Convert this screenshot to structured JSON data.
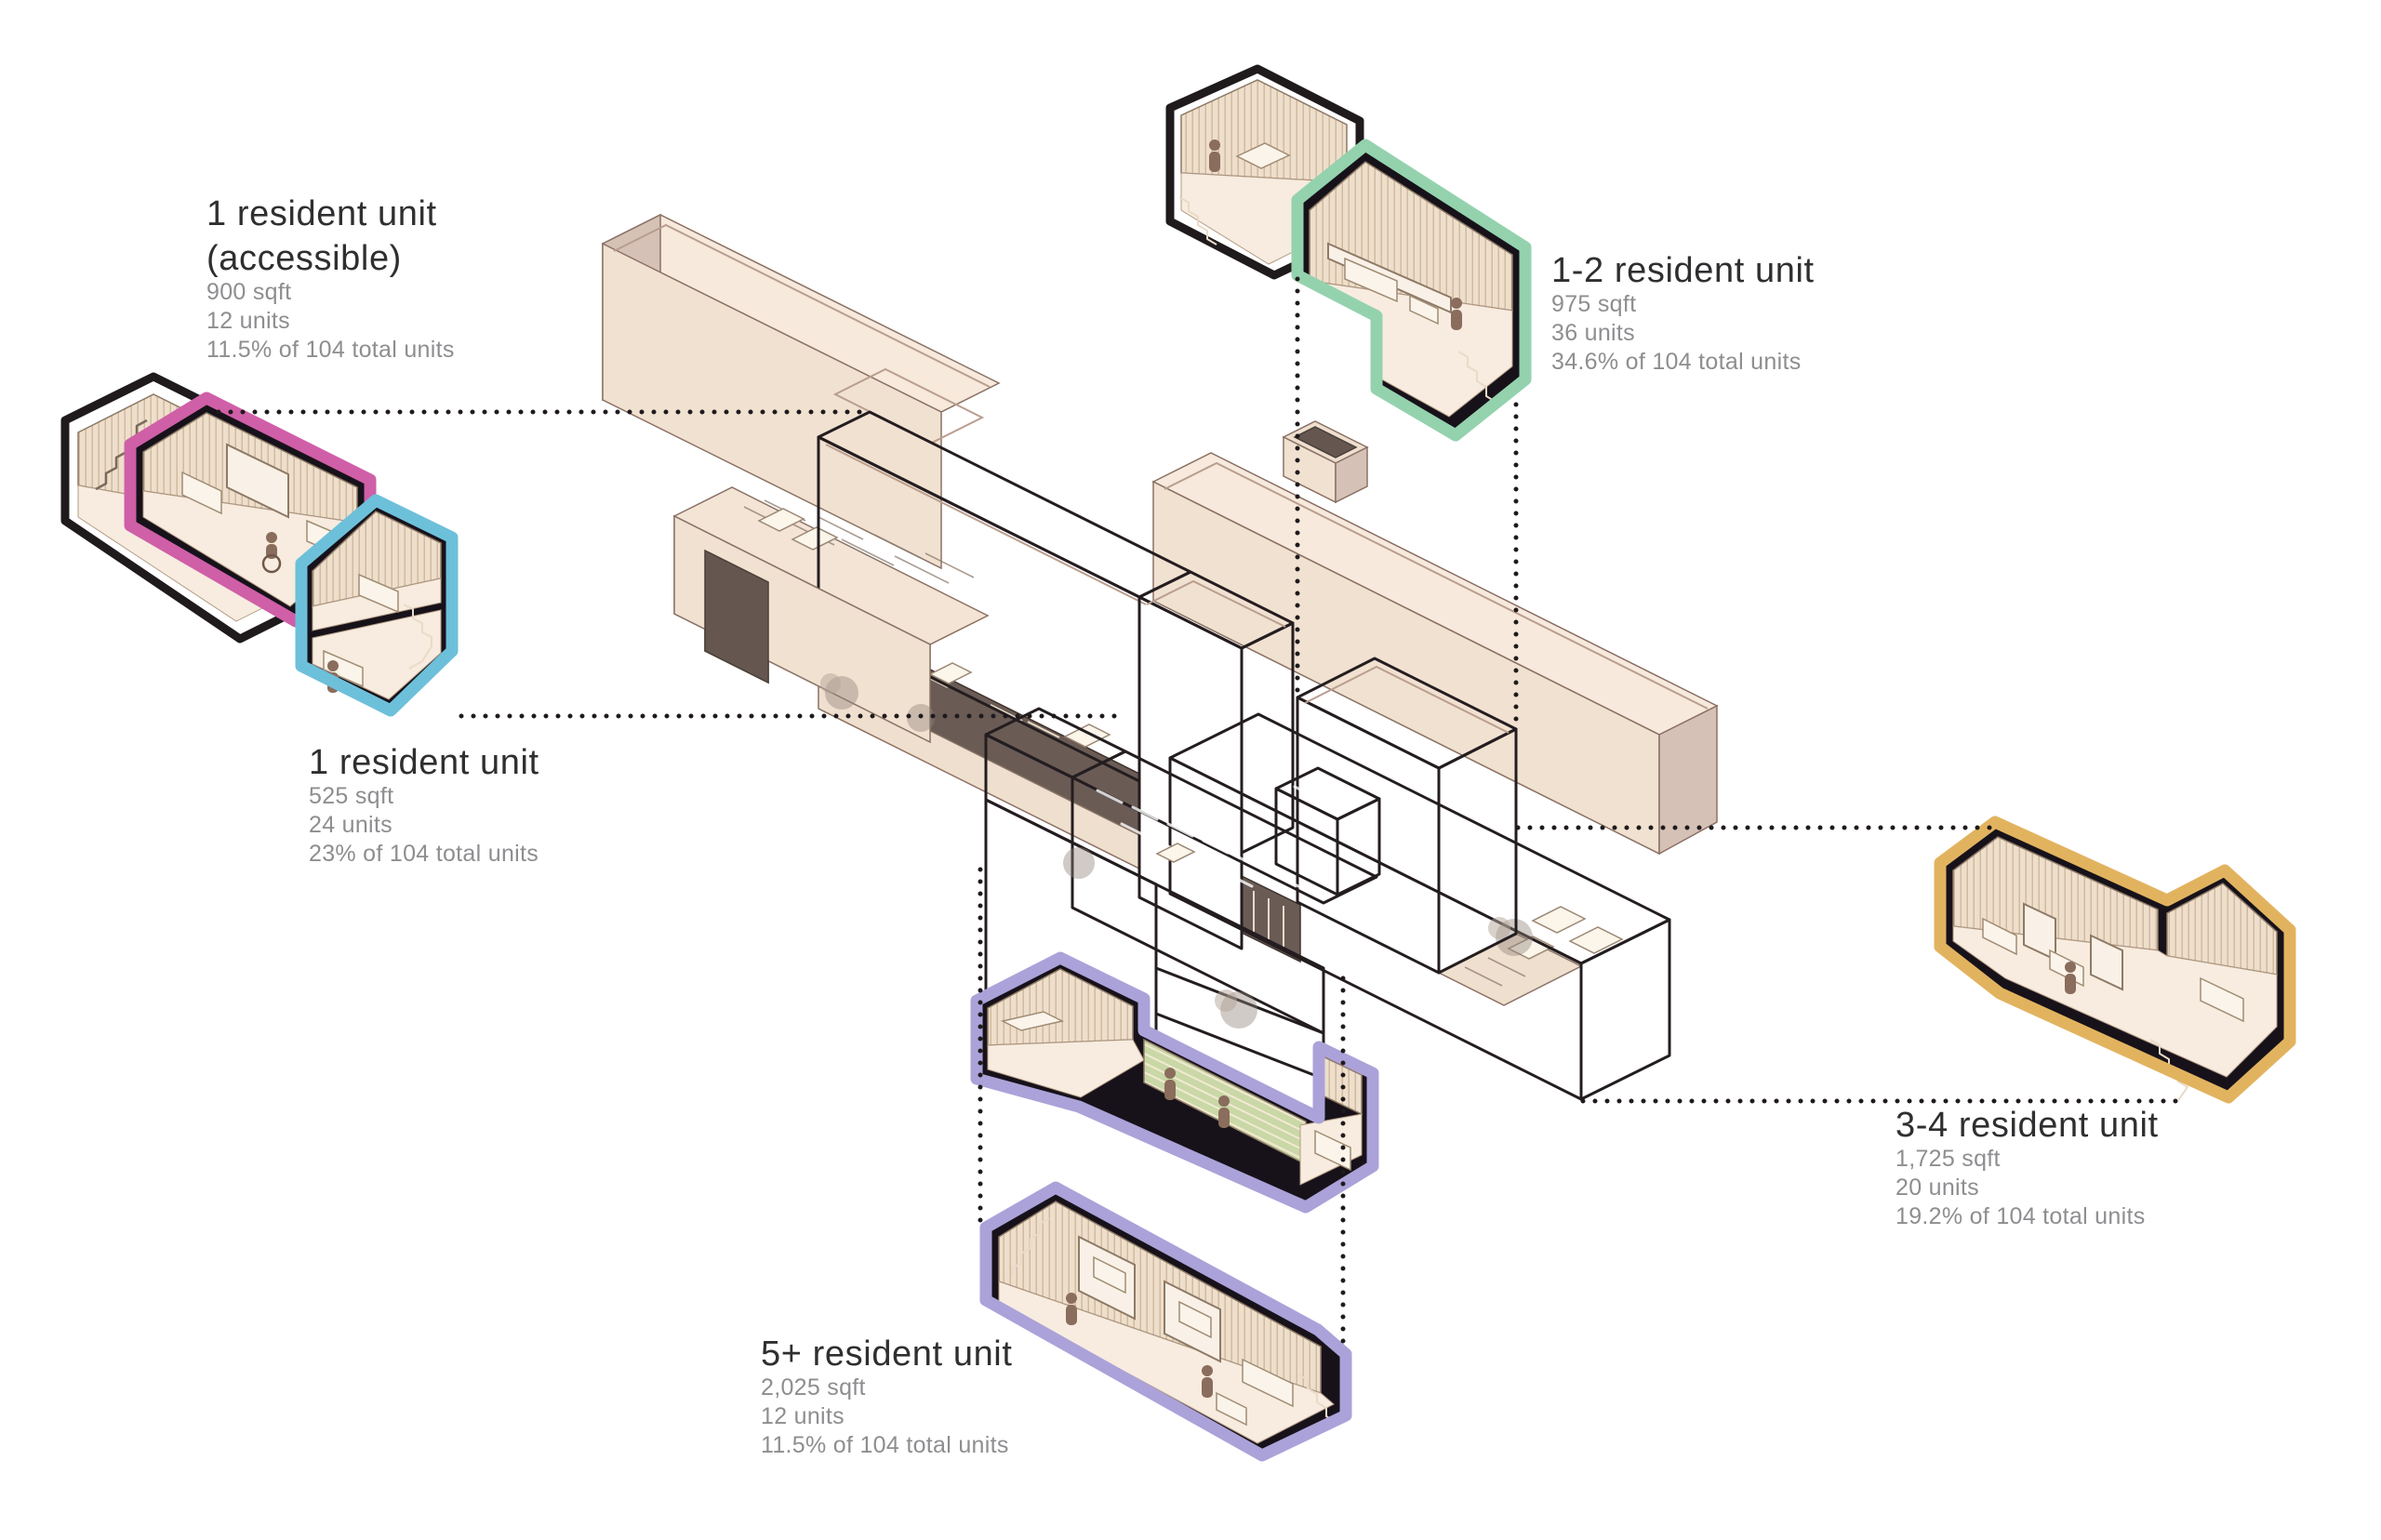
{
  "diagram": {
    "title_implicit": "Residential unit mix axonometric",
    "total_units": 104,
    "units": [
      {
        "id": "unit-1-accessible",
        "title": "1 resident unit",
        "subtitle": "(accessible)",
        "area": "900 sqft",
        "count": "12 units",
        "share": "11.5% of 104 total units"
      },
      {
        "id": "unit-1",
        "title": "1 resident unit",
        "subtitle": "",
        "area": "525 sqft",
        "count": "24 units",
        "share": "23% of 104 total units"
      },
      {
        "id": "unit-1-2",
        "title": "1-2 resident unit",
        "subtitle": "",
        "area": "975 sqft",
        "count": "36 units",
        "share": "34.6% of 104 total units"
      },
      {
        "id": "unit-3-4",
        "title": "3-4 resident unit",
        "subtitle": "",
        "area": "1,725 sqft",
        "count": "20 units",
        "share": "19.2% of 104 total units"
      },
      {
        "id": "unit-5-plus",
        "title": "5+ resident unit",
        "subtitle": "",
        "area": "2,025 sqft",
        "count": "12 units",
        "share": "11.5% of 104 total units"
      }
    ],
    "palette": {
      "outline_magenta": "#cf5fa7",
      "outline_cyan": "#6dc0da",
      "outline_green": "#94d2ae",
      "outline_gold": "#e2b35f",
      "outline_lavender": "#aba2d9",
      "pink_front": "#eeb0d4",
      "pink_top": "#f4c6e0",
      "cyan_top": "#a6d7e2",
      "cyan_left": "#8ccbda",
      "cyan_right": "#79bccd",
      "green_top": "#cdead6",
      "green_left": "#aedbbe",
      "green_right": "#bfe3ca",
      "red_top": "#f6ccd0",
      "red_left": "#f0b3b8",
      "red_right": "#e9a0a8",
      "purple_top": "#d4c7e7",
      "purple_terrace": "#ccbfe2",
      "purple_front": "#c0afd7",
      "purple_side": "#b5a3cd",
      "yellow_top": "#eed9a6",
      "yellow_front": "#e9cf92",
      "yellow_side": "#dcbc7a",
      "inset_terrace_green": "#c9d8a6"
    }
  }
}
